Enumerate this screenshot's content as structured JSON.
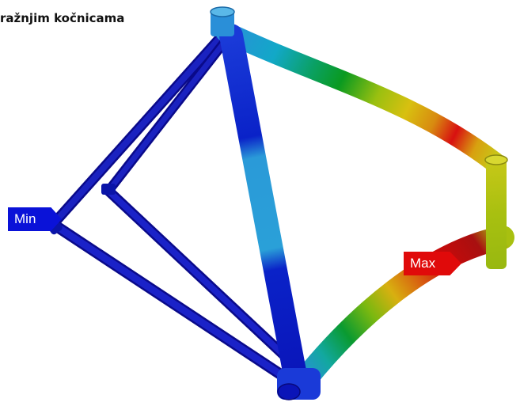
{
  "title": "ražnjim kočnicama",
  "legend": {
    "min_label": "Min",
    "max_label": "Max",
    "min_color": "#0a12d8",
    "max_color": "#e00a0a"
  }
}
